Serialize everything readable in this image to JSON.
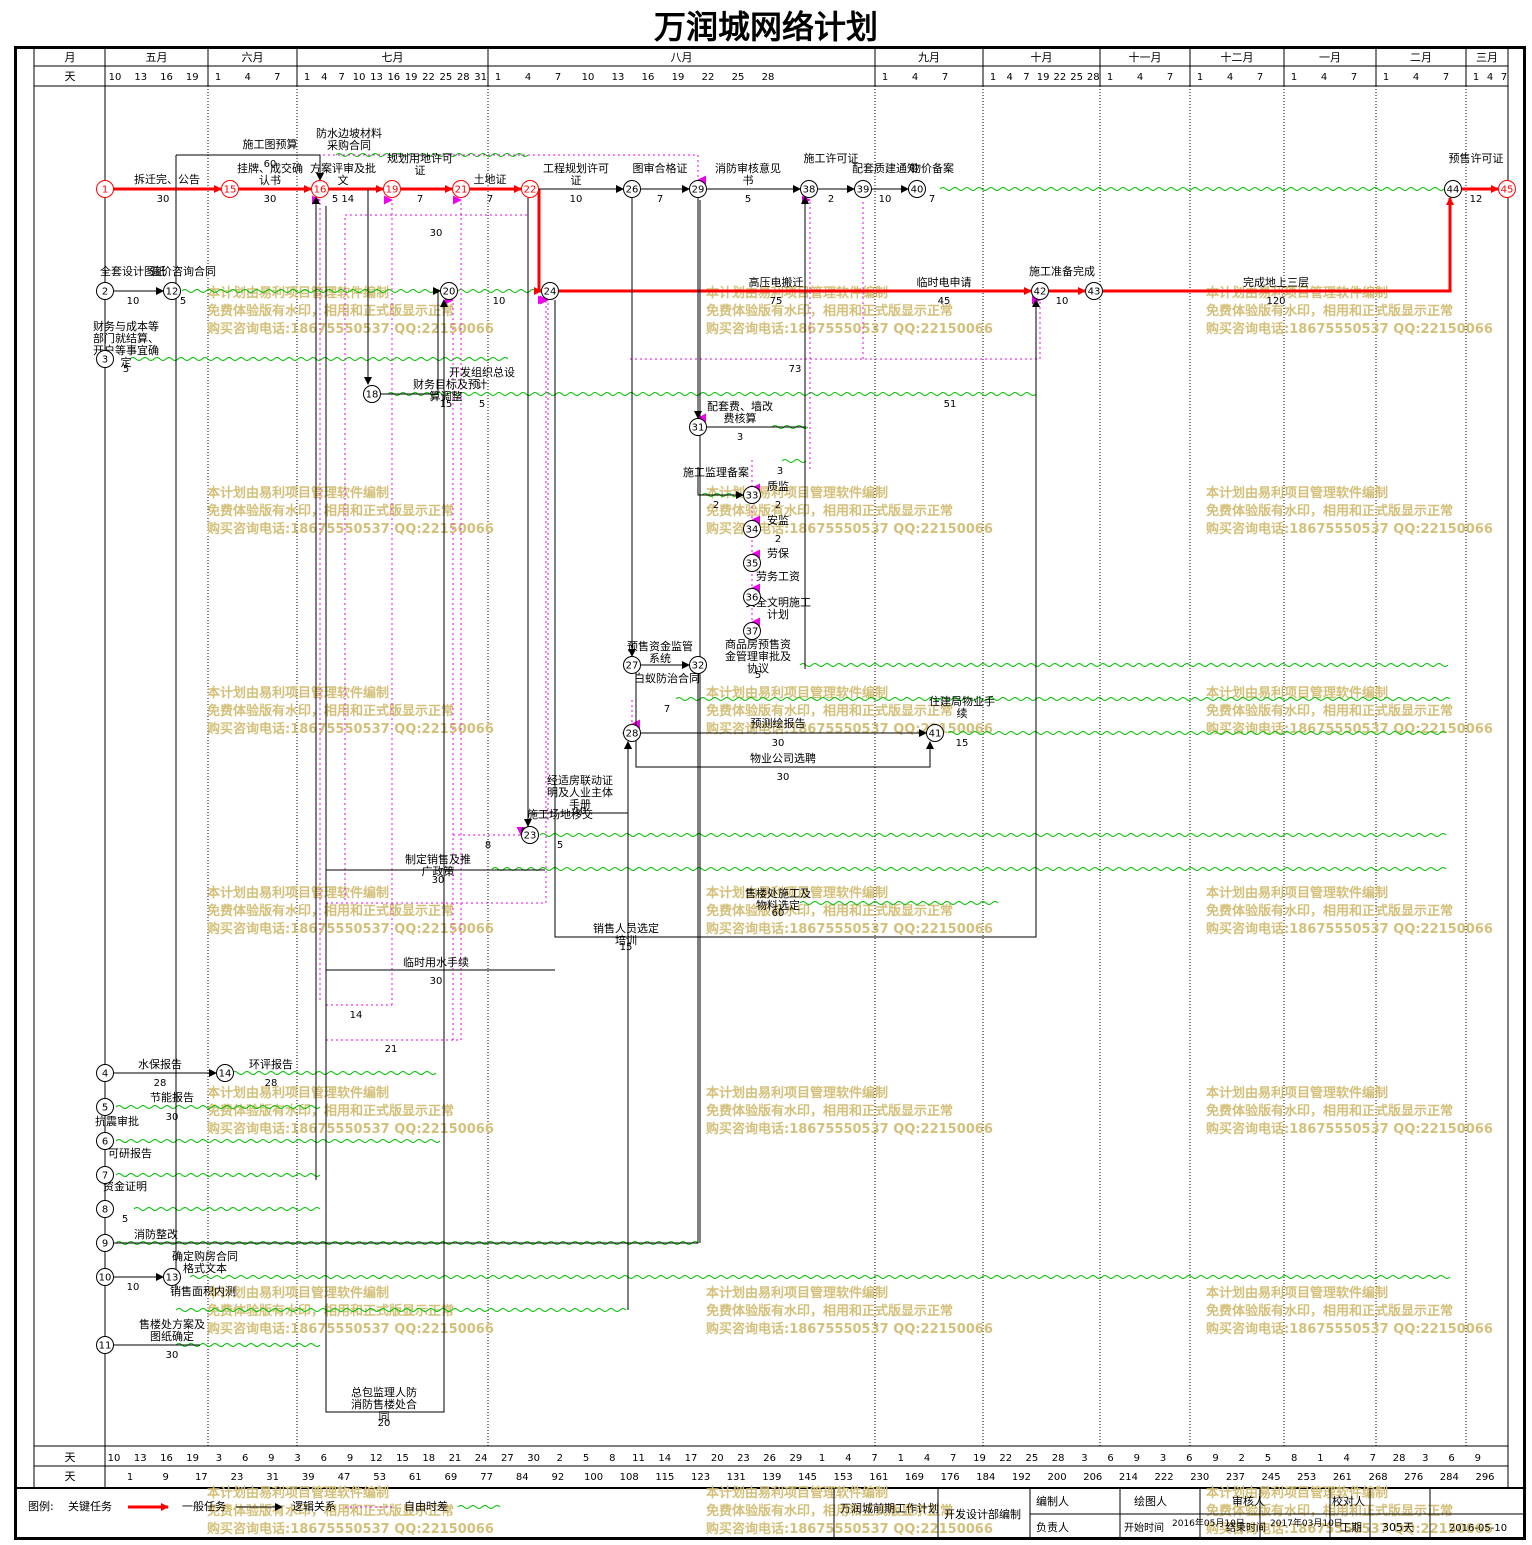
{
  "title": "万润城网络计划",
  "header": {
    "month_label": "月",
    "day_label": "天",
    "months": [
      {
        "label": "五月",
        "days": [
          "10",
          "13",
          "16",
          "19"
        ]
      },
      {
        "label": "六月",
        "days": [
          "1",
          "4",
          "7"
        ]
      },
      {
        "label": "七月",
        "days": [
          "1",
          "4",
          "7",
          "10",
          "13",
          "16",
          "19",
          "22",
          "25",
          "28",
          "31"
        ]
      },
      {
        "label": "八月",
        "days": [
          "1",
          "4",
          "7",
          "10",
          "13",
          "16",
          "19",
          "22",
          "25",
          "28"
        ]
      },
      {
        "label": "九月",
        "days": [
          "1",
          "4",
          "7"
        ]
      },
      {
        "label": "十月",
        "days": [
          "1",
          "4",
          "7",
          "19",
          "22",
          "25",
          "28"
        ]
      },
      {
        "label": "十一月",
        "days": [
          "1",
          "4",
          "7"
        ]
      },
      {
        "label": "十二月",
        "days": [
          "1",
          "4",
          "7"
        ]
      },
      {
        "label": "一月",
        "days": [
          "1",
          "4",
          "7"
        ]
      },
      {
        "label": "二月",
        "days": [
          "1",
          "4",
          "7"
        ]
      },
      {
        "label": "三月",
        "days": [
          "1",
          "4",
          "7"
        ]
      }
    ]
  },
  "footer": {
    "day_label_1": "天",
    "day_label_2": "天",
    "bottom_days": [
      "10",
      "13",
      "16",
      "19",
      "3",
      "6",
      "9",
      "3",
      "6",
      "9",
      "12",
      "15",
      "18",
      "21",
      "24",
      "27",
      "30",
      "2",
      "5",
      "8",
      "11",
      "14",
      "17",
      "20",
      "23",
      "26",
      "29",
      "1",
      "4",
      "7",
      "1",
      "4",
      "7",
      "19",
      "22",
      "25",
      "28",
      "3",
      "6",
      "9",
      "3",
      "6",
      "9",
      "2",
      "5",
      "8",
      "1",
      "4",
      "7",
      "28",
      "3",
      "6",
      "9"
    ],
    "cumulative_days": [
      "1",
      "9",
      "17",
      "23",
      "31",
      "39",
      "47",
      "53",
      "61",
      "69",
      "77",
      "84",
      "92",
      "100",
      "108",
      "115",
      "123",
      "131",
      "139",
      "145",
      "153",
      "161",
      "169",
      "176",
      "184",
      "192",
      "200",
      "206",
      "214",
      "222",
      "230",
      "237",
      "245",
      "253",
      "261",
      "268",
      "276",
      "284",
      "296"
    ]
  },
  "legend": {
    "label": "图例:",
    "critical": "关键任务",
    "normal": "一般任务",
    "logic": "逻辑关系",
    "free_float": "自由时差"
  },
  "title_block": {
    "plan_name": "万润城前期工作计划",
    "compiled_by_dept": "开发设计部编制",
    "editor_label": "编制人",
    "drafter_label": "绘图人",
    "reviewer_label": "审核人",
    "checker_label": "校对人",
    "owner_label": "负责人",
    "start_label": "开始时间",
    "start_value": "2016年05月10日",
    "end_label": "结束时间",
    "end_value": "2017年03月10日",
    "duration_label": "工期",
    "duration_value": "305天",
    "date_value": "2016-05-10"
  },
  "watermark_lines": [
    "本计划由易利项目管理软件编制",
    "免费体验版有水印，相用和正式版显示正常",
    "购买咨询电话:18675550537 QQ:22150066"
  ],
  "nodes": [
    {
      "id": "1",
      "critical": true
    },
    {
      "id": "15",
      "critical": true
    },
    {
      "id": "16",
      "critical": true
    },
    {
      "id": "19",
      "critical": true
    },
    {
      "id": "21",
      "critical": true
    },
    {
      "id": "22",
      "critical": true
    },
    {
      "id": "26"
    },
    {
      "id": "29"
    },
    {
      "id": "38"
    },
    {
      "id": "39"
    },
    {
      "id": "40"
    },
    {
      "id": "44"
    },
    {
      "id": "45",
      "critical": true
    },
    {
      "id": "2"
    },
    {
      "id": "12"
    },
    {
      "id": "20"
    },
    {
      "id": "24"
    },
    {
      "id": "42"
    },
    {
      "id": "43"
    },
    {
      "id": "3"
    },
    {
      "id": "18"
    },
    {
      "id": "31"
    },
    {
      "id": "33"
    },
    {
      "id": "34"
    },
    {
      "id": "35"
    },
    {
      "id": "36"
    },
    {
      "id": "37"
    },
    {
      "id": "27"
    },
    {
      "id": "32"
    },
    {
      "id": "28"
    },
    {
      "id": "41"
    },
    {
      "id": "23"
    },
    {
      "id": "4"
    },
    {
      "id": "14"
    },
    {
      "id": "5"
    },
    {
      "id": "6"
    },
    {
      "id": "7"
    },
    {
      "id": "8"
    },
    {
      "id": "9"
    },
    {
      "id": "10"
    },
    {
      "id": "13"
    },
    {
      "id": "11"
    }
  ],
  "tasks": [
    {
      "name": "拆迁完、公告",
      "duration": "30",
      "critical": true
    },
    {
      "name": "挂牌、成交确认书",
      "duration": "30",
      "critical": true
    },
    {
      "name": "施工图预算",
      "duration": "60"
    },
    {
      "name": "防水边坡材料采购合同",
      "duration": "30"
    },
    {
      "name": "方案评审及批文",
      "duration": "5 14",
      "critical": true
    },
    {
      "name": "规划用地许可证",
      "duration": "7",
      "critical": true
    },
    {
      "name": "土地证",
      "duration": "7",
      "critical": true
    },
    {
      "name": "工程规划许可证",
      "duration": "10"
    },
    {
      "name": "图审合格证",
      "duration": "7"
    },
    {
      "name": "消防审核意见书",
      "duration": "5"
    },
    {
      "name": "施工许可证",
      "duration": "2"
    },
    {
      "name": "配套质建通知",
      "duration": "10"
    },
    {
      "name": "物价备案",
      "duration": "7"
    },
    {
      "name": "预售许可证",
      "duration": "12",
      "critical": true
    },
    {
      "name": "全套设计图纸",
      "duration": "10"
    },
    {
      "name": "造价咨询合同",
      "duration": "5"
    },
    {
      "name": "高压电搬迁",
      "duration": "75",
      "critical": true
    },
    {
      "name": "临时电申请",
      "duration": "45",
      "critical": true
    },
    {
      "name": "施工准备完成",
      "duration": "10",
      "critical": true
    },
    {
      "name": "完成地上三层",
      "duration": "120",
      "critical": true
    },
    {
      "name": "财务与成本等部门就结算、开户等事宜确定",
      "duration": "5"
    },
    {
      "name": "财务目标及预算调整",
      "duration": "15"
    },
    {
      "name": "开发组织总设计",
      "duration": "5"
    },
    {
      "name": "配套费、墙改费核算",
      "duration": "3"
    },
    {
      "name": "施工监理备案",
      "duration": "2"
    },
    {
      "name": "质监",
      "duration": "2"
    },
    {
      "name": "安监",
      "duration": "2"
    },
    {
      "name": "劳保",
      "duration": ""
    },
    {
      "name": "劳务工资",
      "duration": ""
    },
    {
      "name": "安全文明施工计划",
      "duration": ""
    },
    {
      "name": "预售资金监管系统",
      "duration": ""
    },
    {
      "name": "商品房预售资金管理审批及协议",
      "duration": "5"
    },
    {
      "name": "白蚁防治合同",
      "duration": "7"
    },
    {
      "name": "预测绘报告",
      "duration": "30"
    },
    {
      "name": "住建局物业手续",
      "duration": "15"
    },
    {
      "name": "物业公司选聘",
      "duration": "30"
    },
    {
      "name": "经适房联动证明及人业主体手册",
      "duration": "10"
    },
    {
      "name": "施工场地移交",
      "duration": "5"
    },
    {
      "name": "制定销售及推广政策",
      "duration": "30"
    },
    {
      "name": "售楼处施工及物料选定",
      "duration": "60"
    },
    {
      "name": "销售人员选定培训",
      "duration": "15"
    },
    {
      "name": "临时用水手续",
      "duration": "30"
    },
    {
      "name": "水保报告",
      "duration": "28"
    },
    {
      "name": "环评报告",
      "duration": "28"
    },
    {
      "name": "节能报告",
      "duration": "30"
    },
    {
      "name": "抗震审批",
      "duration": ""
    },
    {
      "name": "可研报告",
      "duration": ""
    },
    {
      "name": "资金证明",
      "duration": "5"
    },
    {
      "name": "消防整改",
      "duration": ""
    },
    {
      "name": "确定购房合同格式文本",
      "duration": "10"
    },
    {
      "name": "销售面积内测",
      "duration": ""
    },
    {
      "name": "售楼处方案及图纸确定",
      "duration": "30"
    },
    {
      "name": "总包监理人防消防售楼处合同",
      "duration": "20"
    }
  ],
  "float_labels": [
    "30",
    "10",
    "73",
    "51",
    "3",
    "8",
    "14",
    "21"
  ]
}
